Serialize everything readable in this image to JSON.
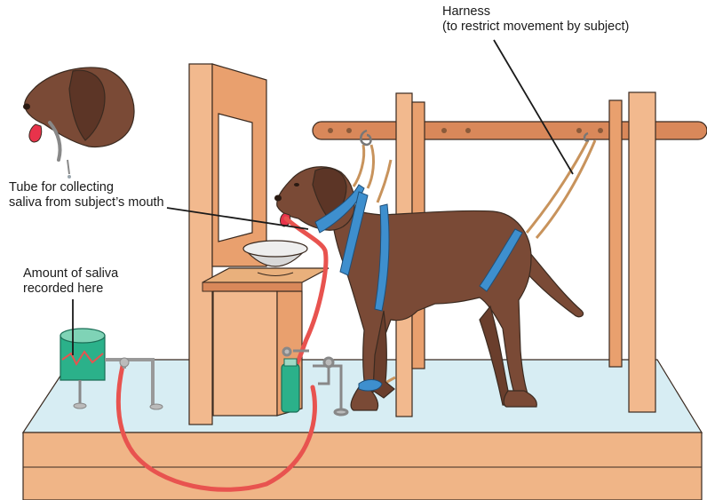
{
  "annotations": {
    "harness": {
      "line1": "Harness",
      "line2": "(to restrict movement by subject)"
    },
    "tube": {
      "line1": "Tube for collecting",
      "line2": "saliva from subject’s mouth"
    },
    "saliva": {
      "line1": "Amount of saliva",
      "line2": "recorded here"
    }
  },
  "colors": {
    "wood_light": "#f2b98e",
    "wood_mid": "#e9a06e",
    "wood_dark": "#d9885a",
    "floor": "#d7edf3",
    "base_front": "#f0b587",
    "dog_body": "#7a4a36",
    "dog_ear": "#5c3526",
    "tongue": "#e8334b",
    "harness_strap": "#3e8fce",
    "rope": "#c8935c",
    "tube": "#e8534f",
    "container": "#2bb18a",
    "bowl": "#d8d8d8",
    "metal": "#a8a8a8",
    "outline": "#3a2a20"
  }
}
